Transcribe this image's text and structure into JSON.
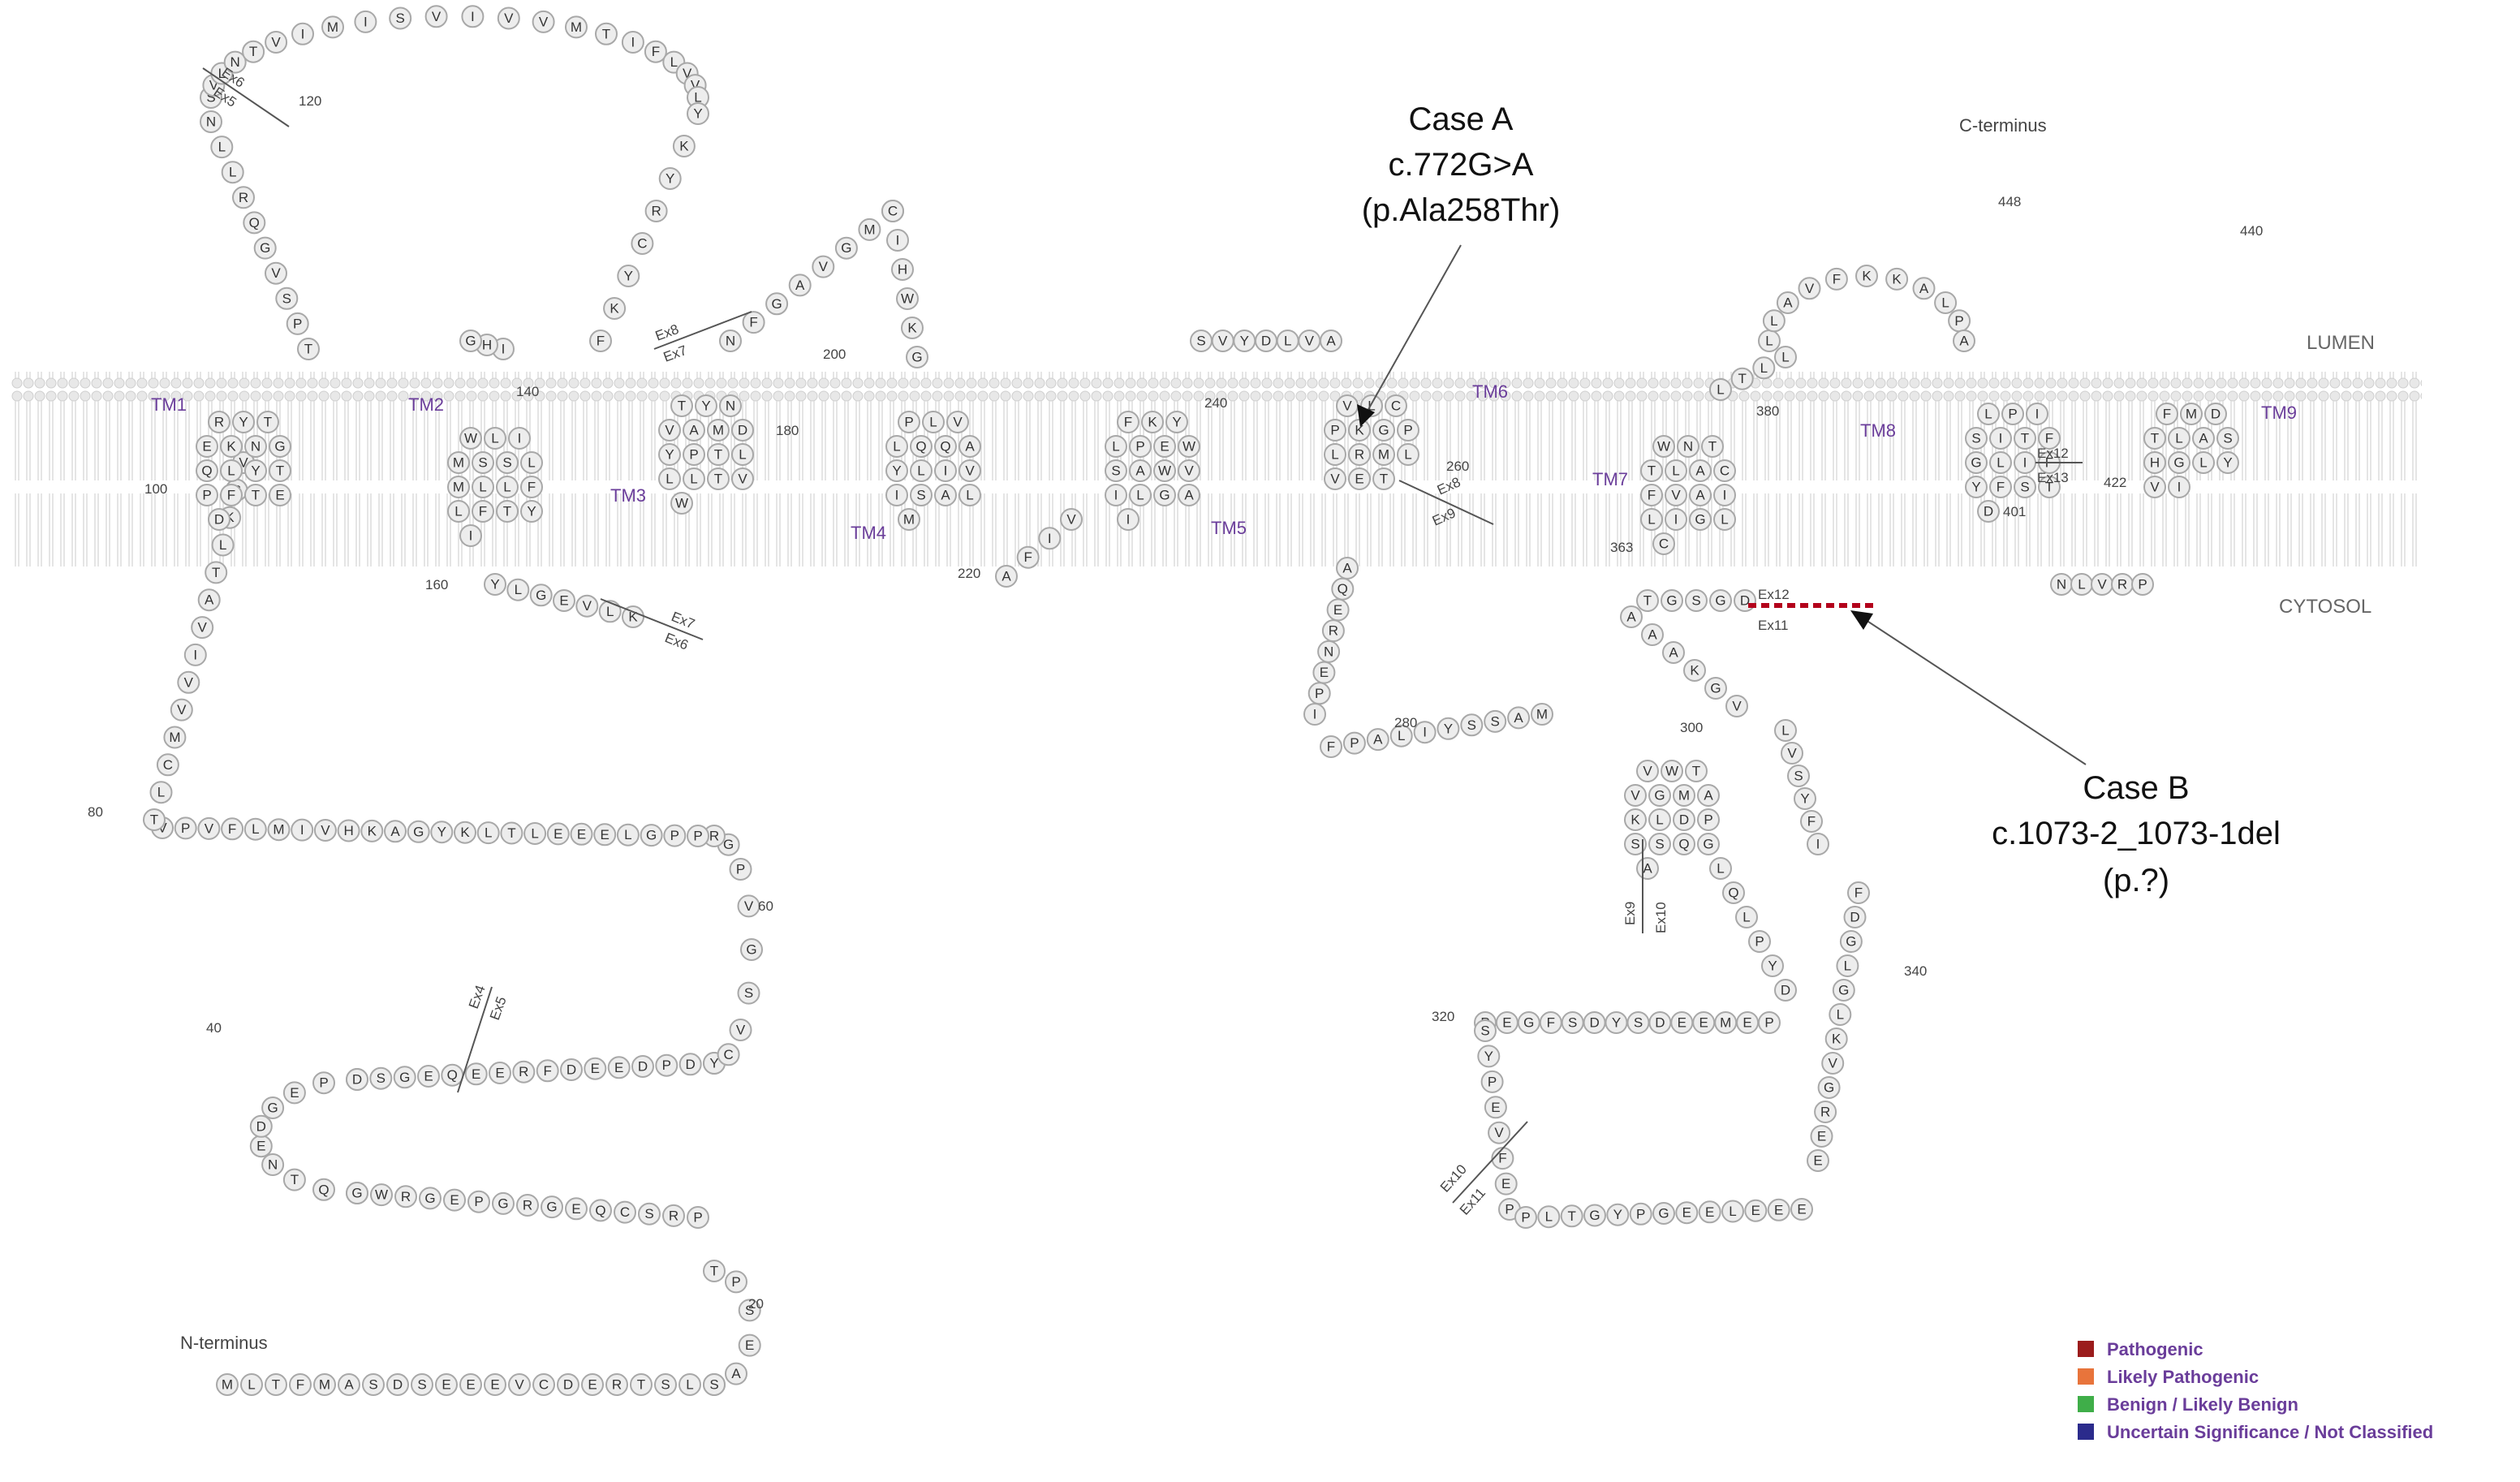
{
  "regions": {
    "lumen": "LUMEN",
    "cytosol": "CYTOSOL"
  },
  "termini": {
    "n": "N-terminus",
    "c": "C-terminus"
  },
  "tm_labels": [
    "TM1",
    "TM2",
    "TM3",
    "TM4",
    "TM5",
    "TM6",
    "TM7",
    "TM8",
    "TM9"
  ],
  "numbers": [
    "20",
    "40",
    "60",
    "80",
    "100",
    "120",
    "140",
    "160",
    "180",
    "200",
    "220",
    "240",
    "260",
    "280",
    "300",
    "320",
    "340",
    "363",
    "380",
    "401",
    "422",
    "440",
    "448"
  ],
  "exon_labels": [
    [
      "Ex6",
      "Ex5"
    ],
    [
      "Ex4",
      "Ex5"
    ],
    [
      "Ex7",
      "Ex6"
    ],
    [
      "Ex8",
      "Ex7"
    ],
    [
      "Ex8",
      "Ex9"
    ],
    [
      "Ex9",
      "Ex10"
    ],
    [
      "Ex10",
      "Ex11"
    ],
    [
      "Ex12",
      "Ex11"
    ],
    [
      "Ex12",
      "Ex13"
    ]
  ],
  "case_a": {
    "name": "Case A",
    "cdna": "c.772G>A",
    "protein": "(p.Ala258Thr)"
  },
  "case_b": {
    "name": "Case B",
    "cdna": "c.1073-2_1073-1del",
    "protein": "(p.?)"
  },
  "legend": [
    {
      "label": "Pathogenic",
      "color": "#9b1c1c"
    },
    {
      "label": "Likely Pathogenic",
      "color": "#e8743b"
    },
    {
      "label": "Benign / Likely Benign",
      "color": "#3fae49"
    },
    {
      "label": "Uncertain Significance / Not Classified",
      "color": "#2b2b8c"
    }
  ],
  "colors": {
    "pathogenic": "#9b1c1c",
    "likely_pathogenic": "#e8743b",
    "benign": "#3fae49",
    "uncertain": "#2b2b8c",
    "case_a_fill": "#ffe600",
    "case_b_line": "#b3001b"
  }
}
